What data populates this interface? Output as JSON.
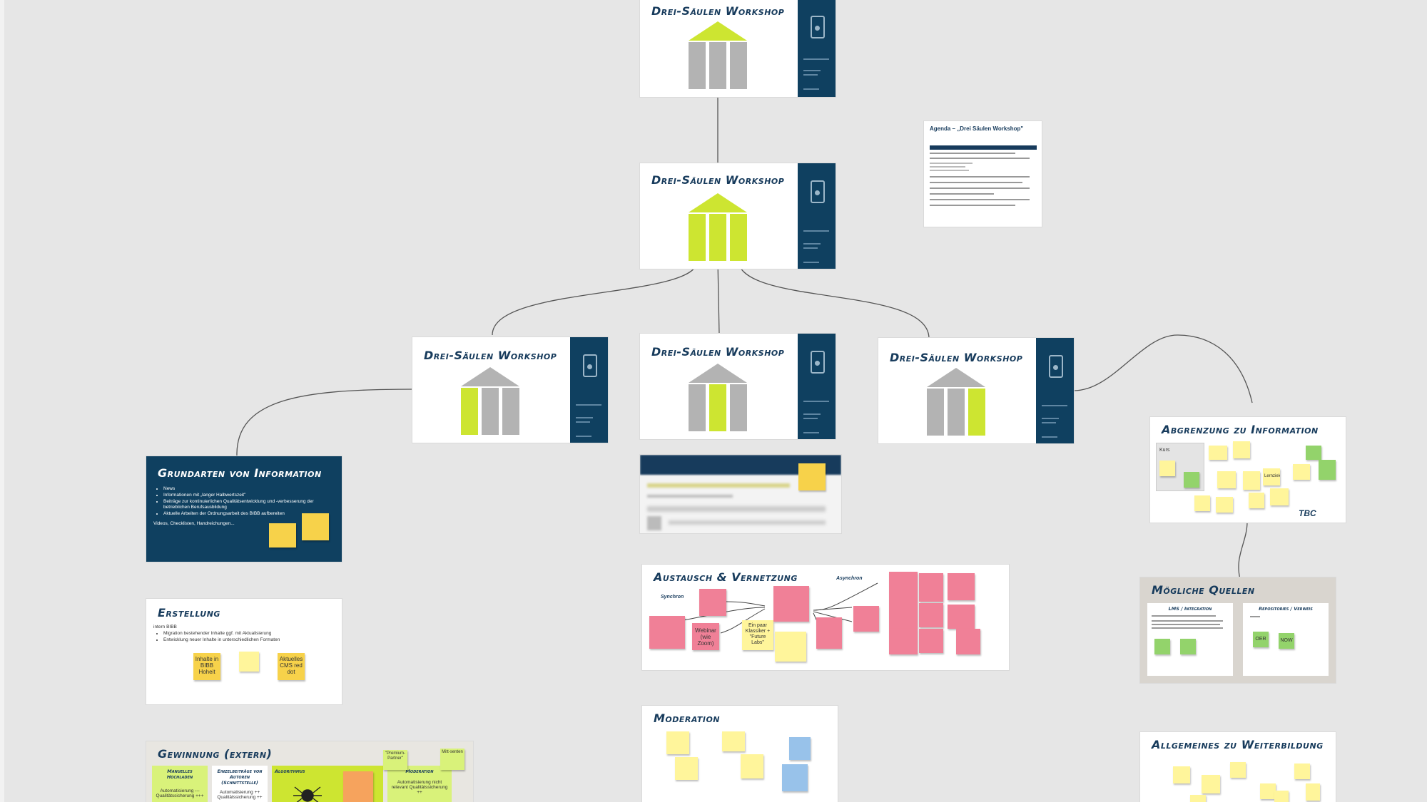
{
  "colors": {
    "canvas": "#e6e6e6",
    "navy": "#0f4060",
    "lime": "#cde531",
    "grey_pillar": "#b3b3b3",
    "title": "#173b5c"
  },
  "slides": {
    "title": "Drei-Säulen Workshop"
  },
  "agenda": {
    "title": "Agenda – „Drei Säulen Workshop\""
  },
  "grundarten": {
    "title": "Grundarten von Information",
    "bullets": [
      "News",
      "Informationen mit „langer Halbwertszeit\"",
      "Beiträge zur kontinuierlichen Qualitätsentwicklung und -verbesserung der betrieblichen Berufsausbildung",
      "Aktuelle Arbeiten der Ordnungsarbeit des BIBB aufbereiten"
    ],
    "extra": "Videos, Checklisten, Handreichungen..."
  },
  "erstellung": {
    "title": "Erstellung",
    "intro": "intern BIBB",
    "bullets": [
      "Migration bestehender Inhalte ggf. mit Aktualisierung",
      "Entwicklung neuer Inhalte in unterschiedlichen Formaten"
    ],
    "notes": [
      "Inhalte in BIBB Hoheit",
      "Aktuelles CMS red dot"
    ]
  },
  "gewinnung": {
    "title": "Gewinnung (extern)",
    "columns": [
      "Manuelles Hochladen",
      "Einzelbeiträge von Autoren (Schnittstelle)",
      "Algorithmus",
      "Moderation"
    ],
    "col1_text": "Automatisierung --- Qualitätssicherung +++",
    "col2_text": "Automatisierung ++ Qualitätssicherung ++",
    "col4_text": "Automatisierung nicht relevant Qualitätssicherung ++",
    "notes": [
      "\"Premium-Partner\"",
      "Mitt-senten"
    ]
  },
  "austausch": {
    "title": "Austausch & Vernetzung",
    "label_sync": "Synchron",
    "label_async": "Asynchron",
    "notes": [
      "Webinar (wie Zoom)",
      "Ein paar Klassiker + \"Future Labs\""
    ]
  },
  "moderation": {
    "title": "Moderation"
  },
  "abgrenzung": {
    "title": "Abgrenzung zu Information",
    "tbc": "TBC",
    "kurs": "Kurs",
    "lernziele": "Lernziele"
  },
  "quellen": {
    "title": "Mögliche Quellen",
    "col1": "LMS / Integration",
    "col2": "Repositories / Verweis",
    "notes": [
      "OER",
      "NOW"
    ]
  },
  "allgemeines": {
    "title": "Allgemeines zu Weiterbildung"
  }
}
